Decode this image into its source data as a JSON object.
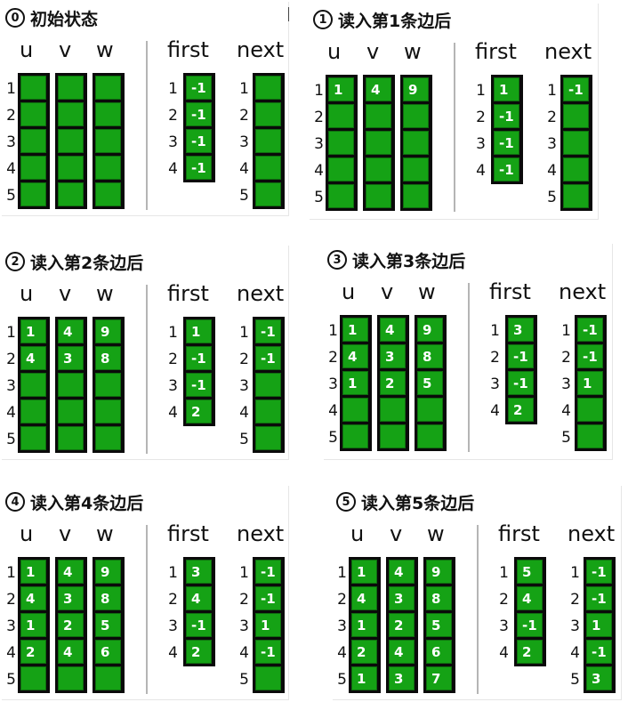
{
  "headers": {
    "u": "u",
    "v": "v",
    "w": "w",
    "first": "first",
    "next": "next"
  },
  "row_labels": [
    "1",
    "2",
    "3",
    "4",
    "5"
  ],
  "panels": [
    {
      "badge": "0",
      "title": "初始状态",
      "u": [
        "",
        "",
        "",
        "",
        ""
      ],
      "v": [
        "",
        "",
        "",
        "",
        ""
      ],
      "w": [
        "",
        "",
        "",
        "",
        ""
      ],
      "first": [
        "-1",
        "-1",
        "-1",
        "-1"
      ],
      "next": [
        "",
        "",
        "",
        "",
        ""
      ]
    },
    {
      "badge": "1",
      "title": "读入第1条边后",
      "u": [
        "1",
        "",
        "",
        "",
        ""
      ],
      "v": [
        "4",
        "",
        "",
        "",
        ""
      ],
      "w": [
        "9",
        "",
        "",
        "",
        ""
      ],
      "first": [
        "1",
        "-1",
        "-1",
        "-1"
      ],
      "next": [
        "-1",
        "",
        "",
        "",
        ""
      ]
    },
    {
      "badge": "2",
      "title": "读入第2条边后",
      "u": [
        "1",
        "4",
        "",
        "",
        ""
      ],
      "v": [
        "4",
        "3",
        "",
        "",
        ""
      ],
      "w": [
        "9",
        "8",
        "",
        "",
        ""
      ],
      "first": [
        "1",
        "-1",
        "-1",
        "2"
      ],
      "next": [
        "-1",
        "-1",
        "",
        "",
        ""
      ]
    },
    {
      "badge": "3",
      "title": "读入第3条边后",
      "u": [
        "1",
        "4",
        "1",
        "",
        ""
      ],
      "v": [
        "4",
        "3",
        "2",
        "",
        ""
      ],
      "w": [
        "9",
        "8",
        "5",
        "",
        ""
      ],
      "first": [
        "3",
        "-1",
        "-1",
        "2"
      ],
      "next": [
        "-1",
        "-1",
        "1",
        "",
        ""
      ]
    },
    {
      "badge": "4",
      "title": "读入第4条边后",
      "u": [
        "1",
        "4",
        "1",
        "2",
        ""
      ],
      "v": [
        "4",
        "3",
        "2",
        "4",
        ""
      ],
      "w": [
        "9",
        "8",
        "5",
        "6",
        ""
      ],
      "first": [
        "3",
        "4",
        "-1",
        "2"
      ],
      "next": [
        "-1",
        "-1",
        "1",
        "-1",
        ""
      ]
    },
    {
      "badge": "5",
      "title": "读入第5条边后",
      "u": [
        "1",
        "4",
        "1",
        "2",
        "1"
      ],
      "v": [
        "4",
        "3",
        "2",
        "4",
        "3"
      ],
      "w": [
        "9",
        "8",
        "5",
        "6",
        "7"
      ],
      "first": [
        "5",
        "4",
        "-1",
        "2"
      ],
      "next": [
        "-1",
        "-1",
        "1",
        "-1",
        "3"
      ]
    }
  ]
}
